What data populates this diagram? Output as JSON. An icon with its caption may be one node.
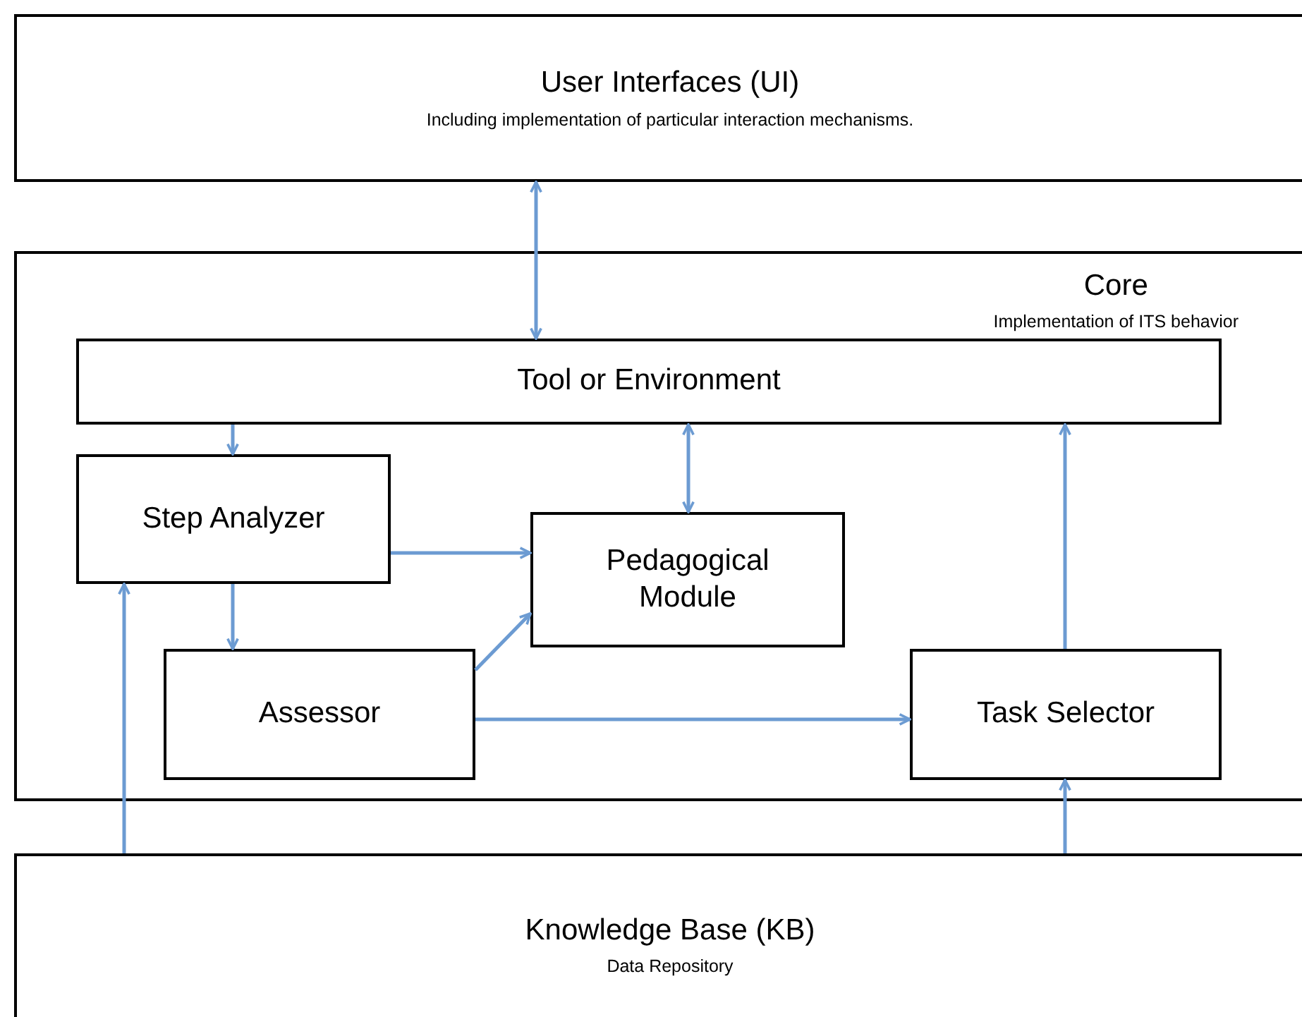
{
  "diagram": {
    "nodes": [
      {
        "text": [
          "User Interfaces (UI)",
          "Including implementation of particular interaction mechanisms."
        ]
      },
      {
        "text": [
          "Core",
          "Implementation of ITS behavior"
        ]
      },
      {
        "text": [
          "Tool or Environment"
        ],
        "in": 1
      },
      {
        "text": [
          "Step Analyzer"
        ],
        "in": 1
      },
      {
        "text": [
          "Pedagogical Module"
        ],
        "in": 1
      },
      {
        "text": [
          "Assessor"
        ],
        "in": 1
      },
      {
        "text": [
          "Task Selector"
        ],
        "in": 1
      },
      {
        "text": [
          "Knowledge Base (KB)",
          "Data Repository"
        ]
      }
    ],
    "edges": [
      {
        "from": 0,
        "to": 2,
        "arrow": "both"
      },
      {
        "from": 2,
        "to": 3,
        "arrow": "to"
      },
      {
        "from": 2,
        "to": 4,
        "arrow": "both"
      },
      {
        "from": 3,
        "to": 4,
        "arrow": "to"
      },
      {
        "from": 3,
        "to": 5,
        "arrow": "to"
      },
      {
        "from": 5,
        "to": 4,
        "arrow": "to"
      },
      {
        "from": 5,
        "to": 6,
        "arrow": "to"
      },
      {
        "from": 6,
        "to": 2,
        "arrow": "to"
      },
      {
        "from": 7,
        "to": 3,
        "arrow": "to"
      },
      {
        "from": 7,
        "to": 6,
        "arrow": "to"
      }
    ]
  }
}
